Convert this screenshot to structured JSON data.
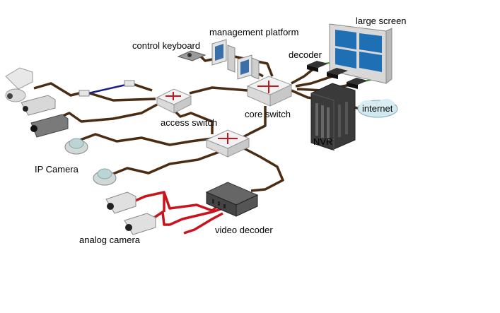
{
  "labels": {
    "large_screen": "large screen",
    "management_platform": "management platform",
    "control_keyboard": "control keyboard",
    "decoder": "decoder",
    "core_switch": "core switch",
    "internet": "internet",
    "access_switch": "access switch",
    "nvr": "NVR",
    "ip_camera": "IP Camera",
    "analog_camera": "analog camera",
    "video_decoder": "video decoder"
  },
  "colors": {
    "network_cable": "#4a2c12",
    "coax_cable": "#c8141c",
    "fiber_cable": "#1c1c8c",
    "decoder_link": "#2e9a2e",
    "switch_arrow": "#c8141c",
    "screen_panel": "#1f6fb5"
  },
  "icons": [
    "ptz-camera-icon",
    "bullet-camera-icon",
    "box-camera-icon",
    "dome-camera-icon",
    "analog-camera-icon",
    "switch-icon",
    "nvr-server-icon",
    "monitor-icon",
    "keyboard-icon",
    "decoder-box-icon",
    "video-wall-icon",
    "cloud-icon",
    "fiber-converter-icon"
  ]
}
